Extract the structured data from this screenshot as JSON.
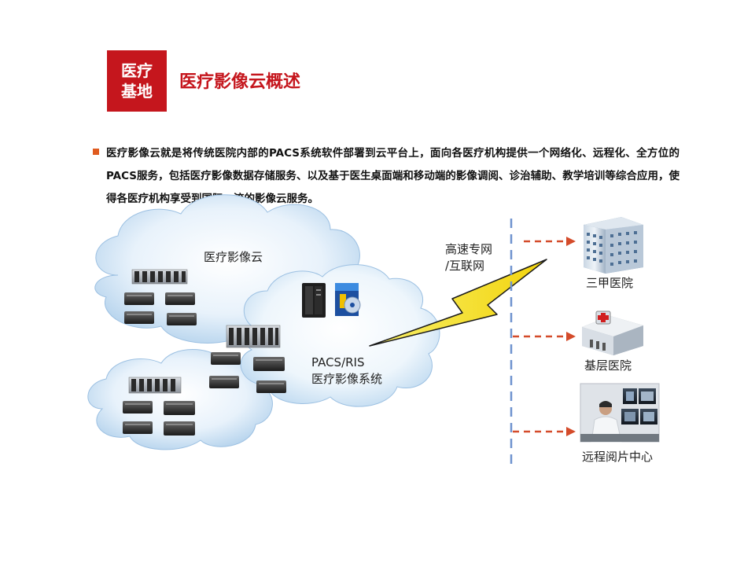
{
  "header": {
    "badge_line1": "医疗",
    "badge_line2": "基地",
    "title": "医疗影像云概述"
  },
  "intro": {
    "text": "医疗影像云就是将传统医院内部的PACS系统软件部署到云平台上，面向各医疗机构提供一个网络化、远程化、全方位的PACS服务，包括医疗影像数据存储服务、以及基于医生桌面端和移动端的影像调阅、诊治辅助、教学培训等综合应用，使得各医疗机构享受到国际一流的影像云服务。"
  },
  "diagram": {
    "cloud_label": "医疗影像云",
    "pacs_label_line1": "PACS/RIS",
    "pacs_label_line2": "医疗影像系统",
    "network_label_line1": "高速专网",
    "network_label_line2": "/互联网",
    "targets": [
      {
        "label": "三甲医院",
        "icon": "hospital-building-icon"
      },
      {
        "label": "基层医院",
        "icon": "clinic-with-cross-icon"
      },
      {
        "label": "远程阅片中心",
        "icon": "doctor-workstation-icon"
      }
    ]
  },
  "colors": {
    "accent": "#c5161d",
    "bullet": "#e05b1f",
    "arrow": "#d44b2a",
    "divider": "#6f93cf",
    "lightning": "#f5e21a"
  }
}
